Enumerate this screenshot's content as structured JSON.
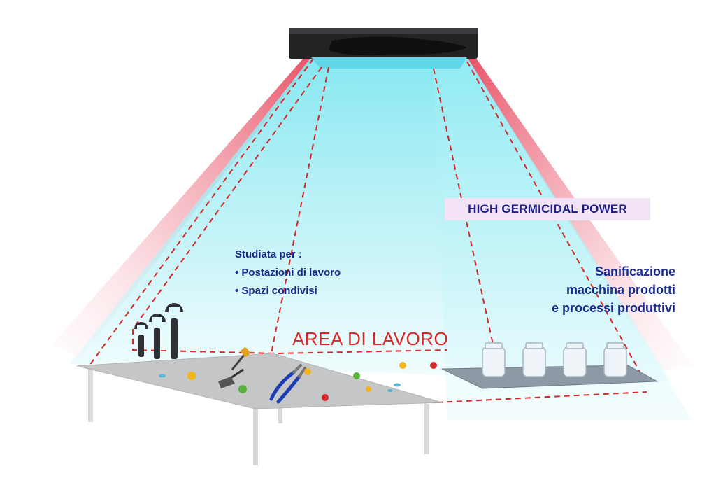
{
  "badge": {
    "label": "HIGH GERMICIDAL POWER",
    "bg_color": "#f3e3f6",
    "text_color": "#1f1f8a"
  },
  "studiata": {
    "heading": "Studiata per :",
    "items": [
      "Postazioni di lavoro",
      "Spazi condivisi"
    ]
  },
  "sanificazione": {
    "lines": [
      "Sanificazione",
      "macchina prodotti",
      "e processi produttivi"
    ]
  },
  "area_label": "AREA DI LAVORO",
  "colors": {
    "uv_light": "#8fe9f2",
    "red_glow": "#e65a6e",
    "dashed_lines": "#d62828",
    "table_top": "#c4c6c8",
    "text_blue": "#1a2a8c"
  },
  "icons": [
    "uv-lamp-icon",
    "wrench-icon",
    "screwdriver-icon",
    "pliers-icon",
    "spatula-icon",
    "jar-icon",
    "bacteria-icon",
    "virus-icon",
    "germ-icon"
  ]
}
